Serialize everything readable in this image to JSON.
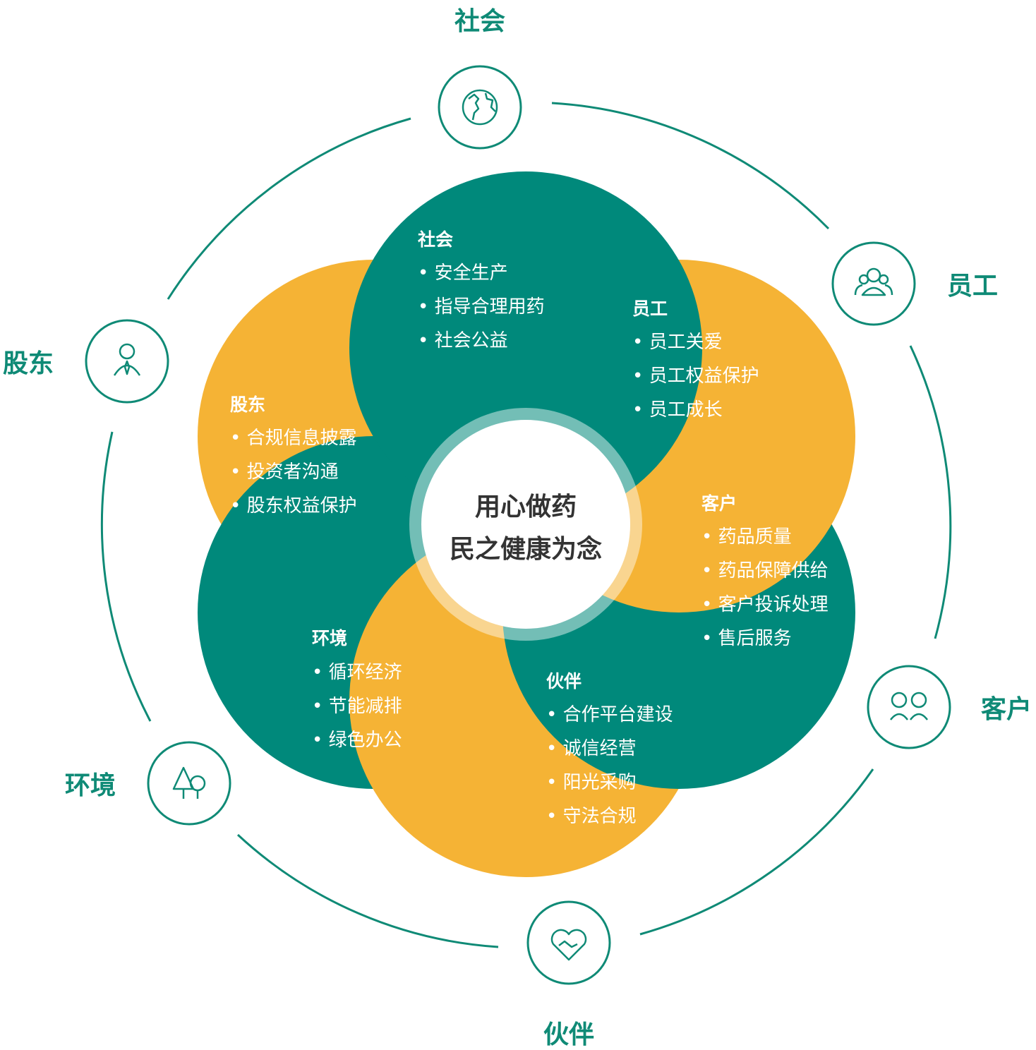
{
  "center": {
    "line1": "用心做药",
    "line2": "民之健康为念"
  },
  "colors": {
    "teal": "#00897b",
    "gold": "#f5b335",
    "ring": "#0f8a76",
    "center_ring": "#7ec6bc",
    "center_text": "#333333"
  },
  "stakeholders": [
    {
      "key": "society",
      "label": "社会",
      "icon": "globe-icon",
      "color": "teal",
      "items": [
        "安全生产",
        "指导合理用药",
        "社会公益"
      ]
    },
    {
      "key": "employee",
      "label": "员工",
      "icon": "people-group-icon",
      "color": "gold",
      "items": [
        "员工关爱",
        "员工权益保护",
        "员工成长"
      ]
    },
    {
      "key": "customer",
      "label": "客户",
      "icon": "two-people-icon",
      "color": "teal",
      "items": [
        "药品质量",
        "药品保障供给",
        "客户投诉处理",
        "售后服务"
      ]
    },
    {
      "key": "partner",
      "label": "伙伴",
      "icon": "heart-handshake-icon",
      "color": "gold",
      "items": [
        "合作平台建设",
        "诚信经营",
        "阳光采购",
        "守法合规"
      ]
    },
    {
      "key": "environment",
      "label": "环境",
      "icon": "trees-icon",
      "color": "teal",
      "items": [
        "循环经济",
        "节能减排",
        "绿色办公"
      ]
    },
    {
      "key": "shareholder",
      "label": "股东",
      "icon": "businessman-icon",
      "color": "gold",
      "items": [
        "合规信息披露",
        "投资者沟通",
        "股东权益保护"
      ]
    }
  ]
}
